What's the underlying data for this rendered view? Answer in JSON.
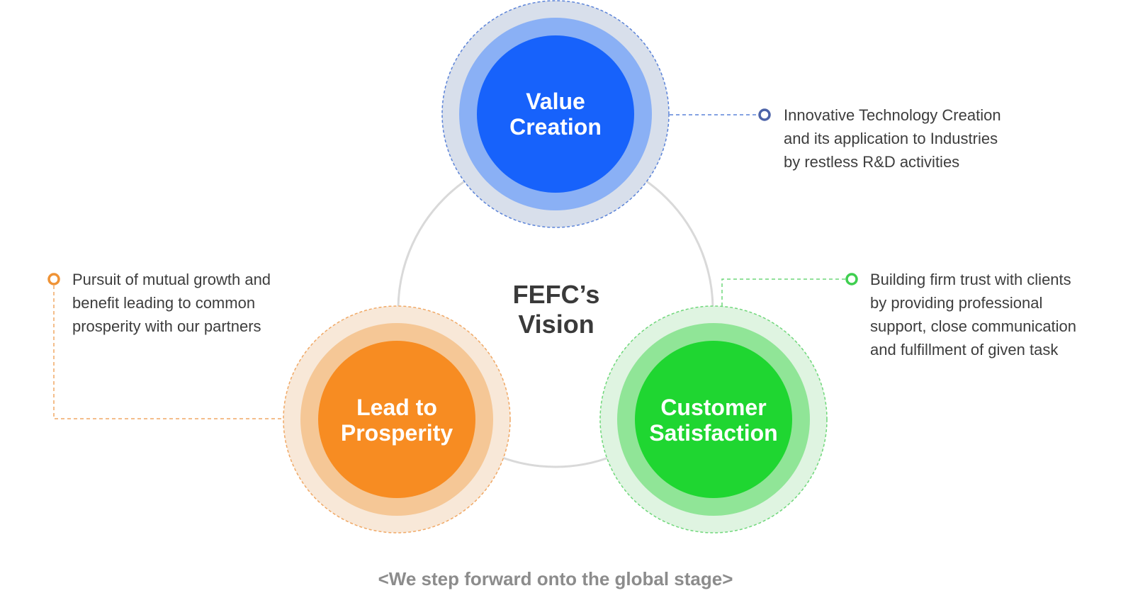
{
  "diagram": {
    "center": {
      "line1": "FEFC’s",
      "line2": "Vision"
    },
    "nodes": [
      {
        "id": "value-creation",
        "line1": "Value",
        "line2": "Creation",
        "color_core": "#1762fb",
        "color_ring": "#8ab0f5",
        "color_halo": "#d8dfeb",
        "color_dash": "#5b83d8",
        "description": [
          "Innovative Technology Creation",
          "and its application to Industries",
          "by restless R&D activities"
        ]
      },
      {
        "id": "lead-to-prosperity",
        "line1": "Lead to",
        "line2": "Prosperity",
        "color_core": "#f78c22",
        "color_ring": "#f5c796",
        "color_halo": "#f8e8d8",
        "color_dash": "#f0a865",
        "description": [
          "Pursuit of mutual growth and",
          "benefit leading to common",
          "prosperity with our partners"
        ]
      },
      {
        "id": "customer-satisfaction",
        "line1": "Customer",
        "line2": "Satisfaction",
        "color_core": "#1fd631",
        "color_ring": "#90e597",
        "color_halo": "#dff4e1",
        "color_dash": "#6fd77a",
        "description": [
          "Building firm trust with clients",
          "by providing professional",
          "support, close communication",
          "and fulfillment of given task"
        ]
      }
    ]
  },
  "footer": {
    "tagline": "<We step forward onto the global stage>"
  }
}
